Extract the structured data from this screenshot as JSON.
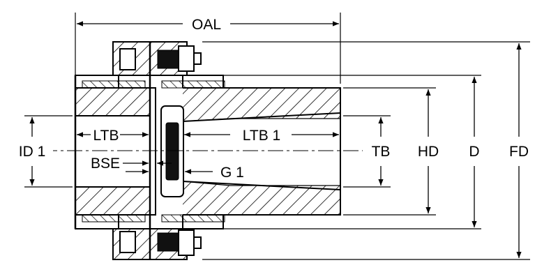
{
  "labels": {
    "oal": "OAL",
    "id1": "ID 1",
    "ltb": "LTB",
    "ltb1": "LTB 1",
    "bse": "BSE",
    "g1": "G 1",
    "tb": "TB",
    "hd": "HD",
    "d": "D",
    "fd": "FD"
  },
  "colors": {
    "line": "#000000",
    "background": "#ffffff"
  }
}
